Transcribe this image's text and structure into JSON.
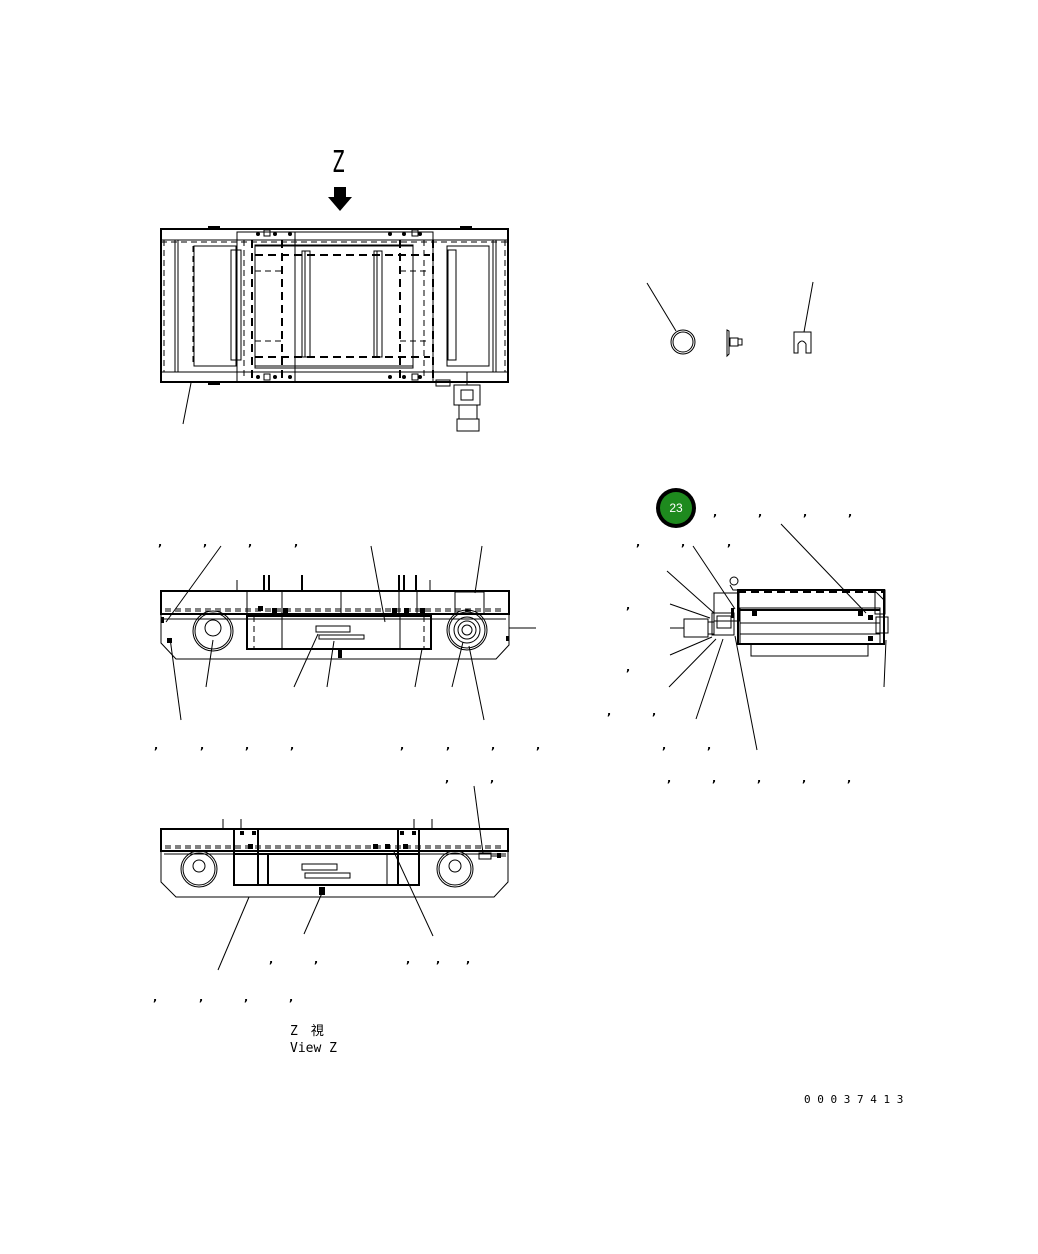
{
  "view_marker": {
    "letter": "Z",
    "arrow": "down-arrow-icon"
  },
  "view_caption": {
    "jp": "Z　視",
    "en": "View Z"
  },
  "drawing_number": "0 0 0 3 7 4 1 3",
  "callout_badge": {
    "number": "23",
    "fill": "#1e8a1e",
    "ring": "#000000"
  },
  "views": [
    {
      "id": "top-view",
      "description": "Plan view of frame assembly with dashed hidden lines and connector"
    },
    {
      "id": "detail-parts",
      "description": "Three small parts: ring, bolt/plug, U-clip"
    },
    {
      "id": "side-view",
      "description": "Side elevation with wheels and leader lines"
    },
    {
      "id": "end-view",
      "description": "End view with connector and leader lines"
    },
    {
      "id": "view-z",
      "description": "Bottom elevation (View Z)"
    }
  ],
  "colors": {
    "line": "#000000",
    "background": "#ffffff",
    "badge": "#1e8a1e"
  }
}
